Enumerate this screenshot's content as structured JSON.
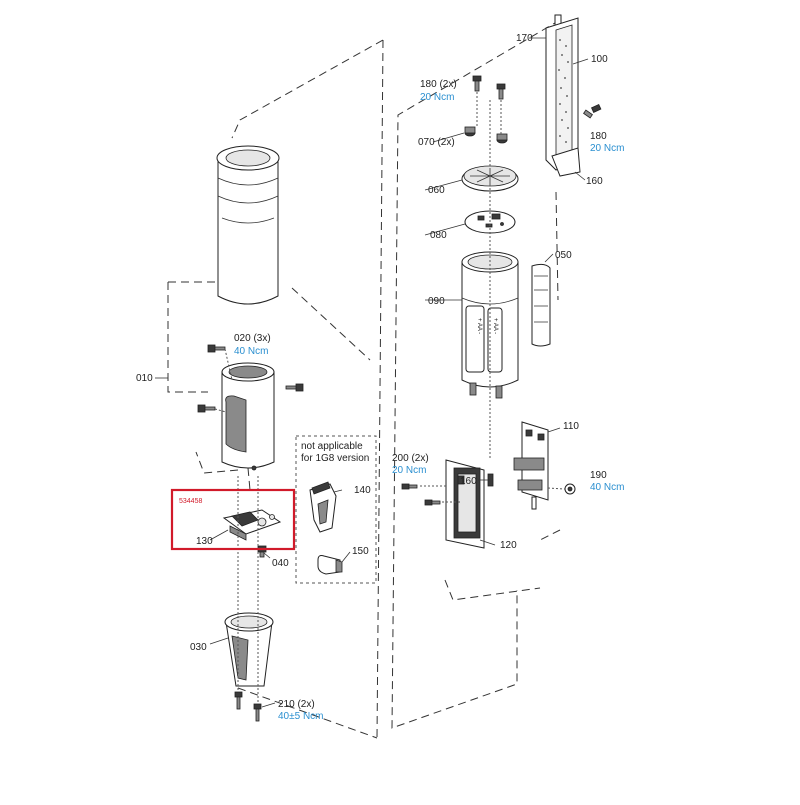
{
  "parts": {
    "p010": {
      "id": "010"
    },
    "p020": {
      "id": "020 (3x)",
      "torque": "40 Ncm"
    },
    "p030": {
      "id": "030"
    },
    "p040": {
      "id": "040"
    },
    "p050": {
      "id": "050"
    },
    "p060": {
      "id": "060"
    },
    "p070": {
      "id": "070 (2x)"
    },
    "p080": {
      "id": "080"
    },
    "p090": {
      "id": "090"
    },
    "p100": {
      "id": "100"
    },
    "p110": {
      "id": "110"
    },
    "p120": {
      "id": "120"
    },
    "p130": {
      "id": "130"
    },
    "p140": {
      "id": "140"
    },
    "p150": {
      "id": "150"
    },
    "p160a": {
      "id": "160"
    },
    "p160b": {
      "id": "160"
    },
    "p170": {
      "id": "170"
    },
    "p180a": {
      "id": "180 (2x)",
      "torque": "20 Ncm"
    },
    "p180b": {
      "id": "180",
      "torque": "20 Ncm"
    },
    "p190": {
      "id": "190",
      "torque": "40 Ncm"
    },
    "p200": {
      "id": "200 (2x)",
      "torque": "20 Ncm"
    },
    "p210": {
      "id": "210 (2x)",
      "torque": "40±5 Ncm"
    }
  },
  "note": {
    "line1": "not applicable",
    "line2": "for 1G8 version"
  },
  "highlight": {
    "ref": "534458",
    "color": "#d11a2a"
  },
  "colors": {
    "torque": "#2a8fd0",
    "highlight": "#d11a2a",
    "line": "#222222"
  }
}
